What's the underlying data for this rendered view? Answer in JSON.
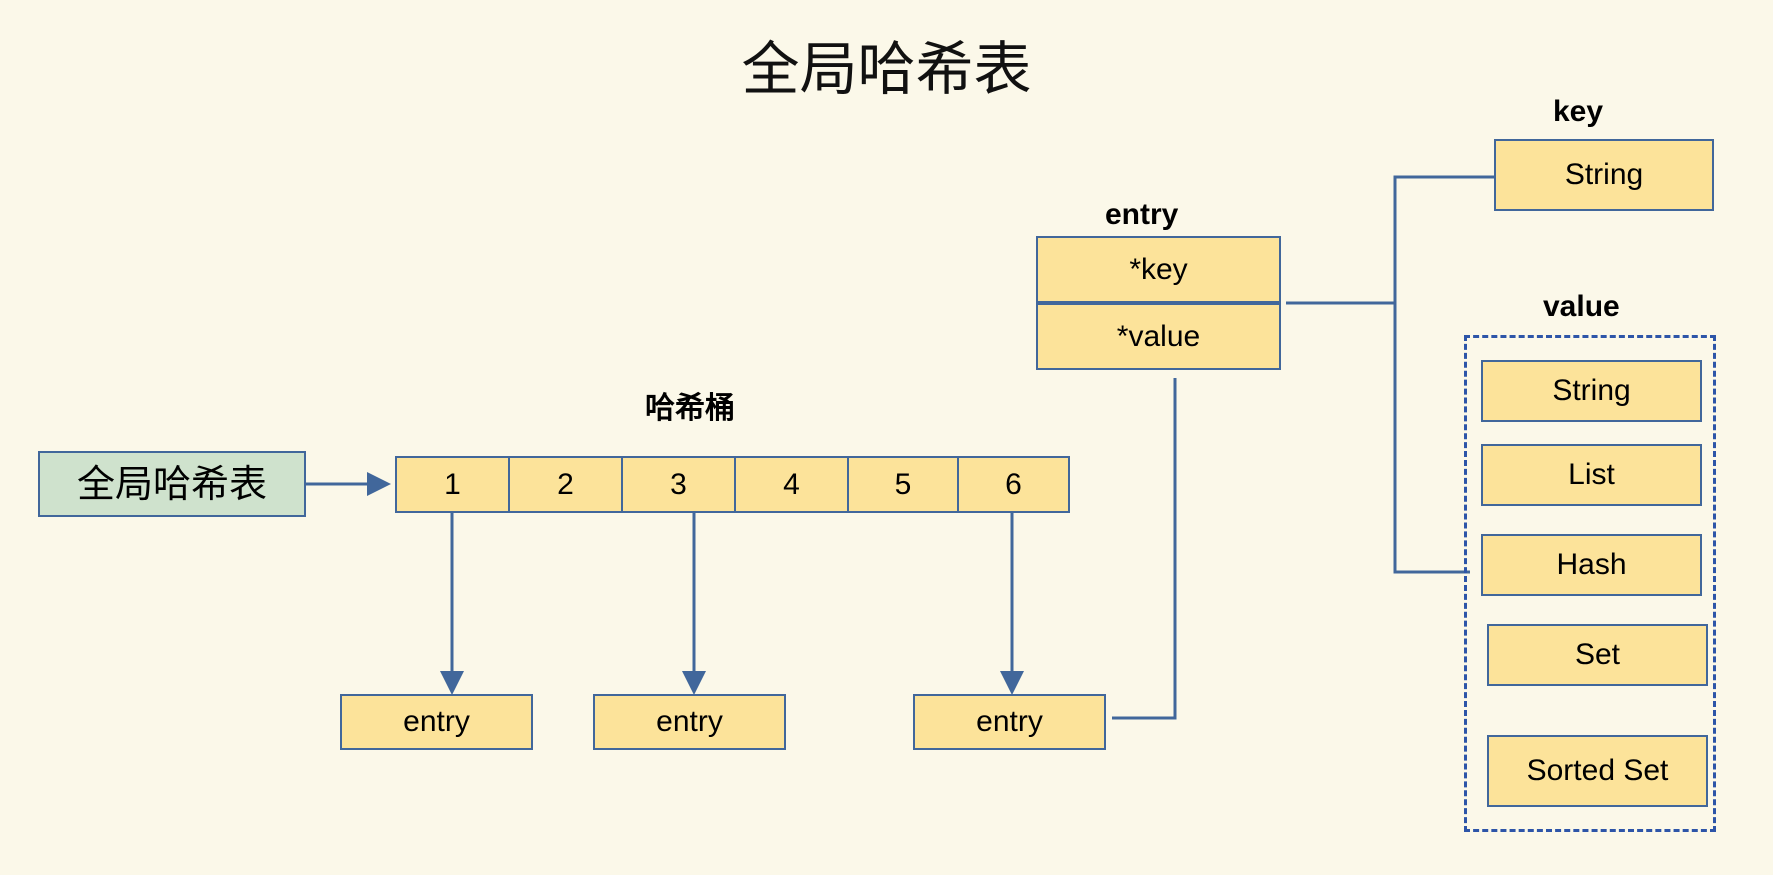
{
  "title": "全局哈希表",
  "colors": {
    "background": "#fbf8e9",
    "box_fill": "#fce39a",
    "box_border": "#41679b",
    "green_fill": "#cfe2cd",
    "dashed_border": "#2d55a8",
    "connector": "#41679b",
    "text": "#000000"
  },
  "global_table": {
    "label": "全局哈希表"
  },
  "hash_bucket": {
    "label": "哈希桶",
    "cells": [
      "1",
      "2",
      "3",
      "4",
      "5",
      "6"
    ]
  },
  "entries": [
    {
      "label": "entry"
    },
    {
      "label": "entry"
    },
    {
      "label": "entry"
    }
  ],
  "entry_struct": {
    "label": "entry",
    "fields": [
      "*key",
      "*value"
    ]
  },
  "key_group": {
    "label": "key",
    "types": [
      "String"
    ]
  },
  "value_group": {
    "label": "value",
    "types": [
      "String",
      "List",
      "Hash",
      "Set",
      "Sorted Set"
    ]
  }
}
